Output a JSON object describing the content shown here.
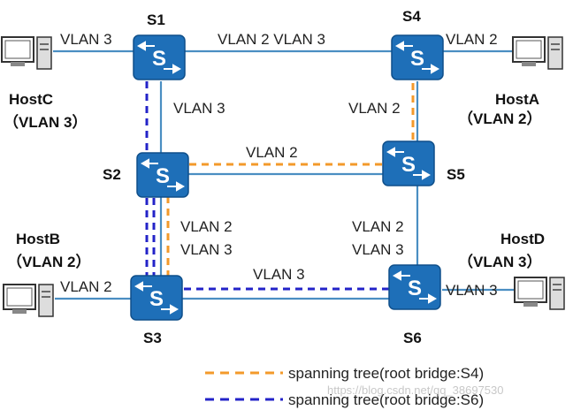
{
  "colors": {
    "link": "#4a8ec2",
    "switch_fill": "#1e6fb8",
    "switch_stroke": "#0f4f8a",
    "tree_s4": "#f39a2b",
    "tree_s6": "#2323c8"
  },
  "switches": {
    "s1": {
      "name": "S1",
      "icon": "switch-icon"
    },
    "s2": {
      "name": "S2",
      "icon": "switch-icon"
    },
    "s3": {
      "name": "S3",
      "icon": "switch-icon"
    },
    "s4": {
      "name": "S4",
      "icon": "switch-icon"
    },
    "s5": {
      "name": "S5",
      "icon": "switch-icon"
    },
    "s6": {
      "name": "S6",
      "icon": "switch-icon"
    }
  },
  "hosts": {
    "hostA": {
      "name": "HostA",
      "vlan": "（VLAN 2）",
      "icon": "computer-icon"
    },
    "hostB": {
      "name": "HostB",
      "vlan": "（VLAN 2）",
      "icon": "computer-icon"
    },
    "hostC": {
      "name": "HostC",
      "vlan": "（VLAN 3）",
      "icon": "computer-icon"
    },
    "hostD": {
      "name": "HostD",
      "vlan": "（VLAN 3）",
      "icon": "computer-icon"
    }
  },
  "links": {
    "hostC_s1": "VLAN 3",
    "s1_s4": "VLAN 2 VLAN 3",
    "s4_hostA": "VLAN 2",
    "s1_s2": "VLAN 3",
    "s4_s5": "VLAN 2",
    "s2_s5": "VLAN 2",
    "s2_s3_a": "VLAN 2",
    "s2_s3_b": "VLAN 3",
    "s5_s6_a": "VLAN 2",
    "s5_s6_b": "VLAN 3",
    "hostB_s3": "VLAN 2",
    "s3_s6": "VLAN 3",
    "s6_hostD": "VLAN 3"
  },
  "legend": {
    "tree_s4": "spanning tree(root bridge:S4)",
    "tree_s6": "spanning tree(root bridge:S6)"
  },
  "watermark": "https://blog.csdn.net/qq_38697530"
}
